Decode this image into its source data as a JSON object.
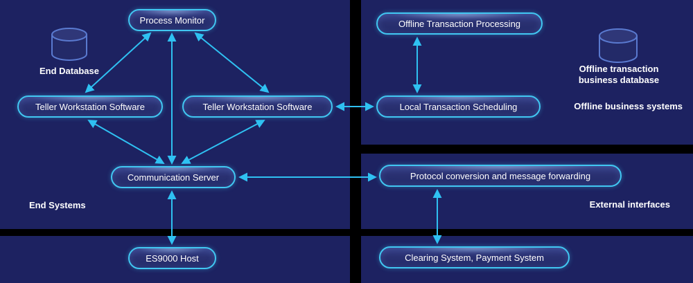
{
  "nodes": {
    "process_monitor": {
      "label": "Process Monitor"
    },
    "teller_left": {
      "label": "Teller Workstation Software"
    },
    "teller_right": {
      "label": "Teller Workstation Software"
    },
    "communication_server": {
      "label": "Communication Server"
    },
    "offline_transaction_processing": {
      "label": "Offline Transaction Processing"
    },
    "local_transaction_scheduling": {
      "label": "Local Transaction Scheduling"
    },
    "protocol_conversion": {
      "label": "Protocol conversion and message forwarding"
    },
    "es9000_host": {
      "label": "ES9000 Host"
    },
    "clearing_system": {
      "label": "Clearing System, Payment System"
    }
  },
  "labels": {
    "end_database": "End Database",
    "end_systems": "End Systems",
    "offline_db_line1": "Offline transaction",
    "offline_db_line2": "business database",
    "offline_business_systems": "Offline business systems",
    "external_interfaces": "External interfaces"
  },
  "edges": [
    {
      "from": "process_monitor",
      "to": "teller_left",
      "bidirectional": true
    },
    {
      "from": "process_monitor",
      "to": "teller_right",
      "bidirectional": true
    },
    {
      "from": "process_monitor",
      "to": "communication_server",
      "bidirectional": true
    },
    {
      "from": "teller_left",
      "to": "communication_server",
      "bidirectional": true
    },
    {
      "from": "teller_right",
      "to": "communication_server",
      "bidirectional": true
    },
    {
      "from": "teller_right",
      "to": "local_transaction_scheduling",
      "bidirectional": true
    },
    {
      "from": "offline_transaction_processing",
      "to": "local_transaction_scheduling",
      "bidirectional": true
    },
    {
      "from": "communication_server",
      "to": "protocol_conversion",
      "bidirectional": true
    },
    {
      "from": "communication_server",
      "to": "es9000_host",
      "bidirectional": true
    },
    {
      "from": "protocol_conversion",
      "to": "clearing_system",
      "bidirectional": true
    }
  ],
  "icons": {
    "left_database": "database-icon",
    "right_database": "database-icon"
  },
  "colors": {
    "background": "#000000",
    "panel": "#1d2261",
    "node_fill": "#2a3172",
    "node_border": "#41c7f2",
    "arrow": "#2fc1f2",
    "text": "#ffffff",
    "database_outline": "#5a7ad0"
  }
}
